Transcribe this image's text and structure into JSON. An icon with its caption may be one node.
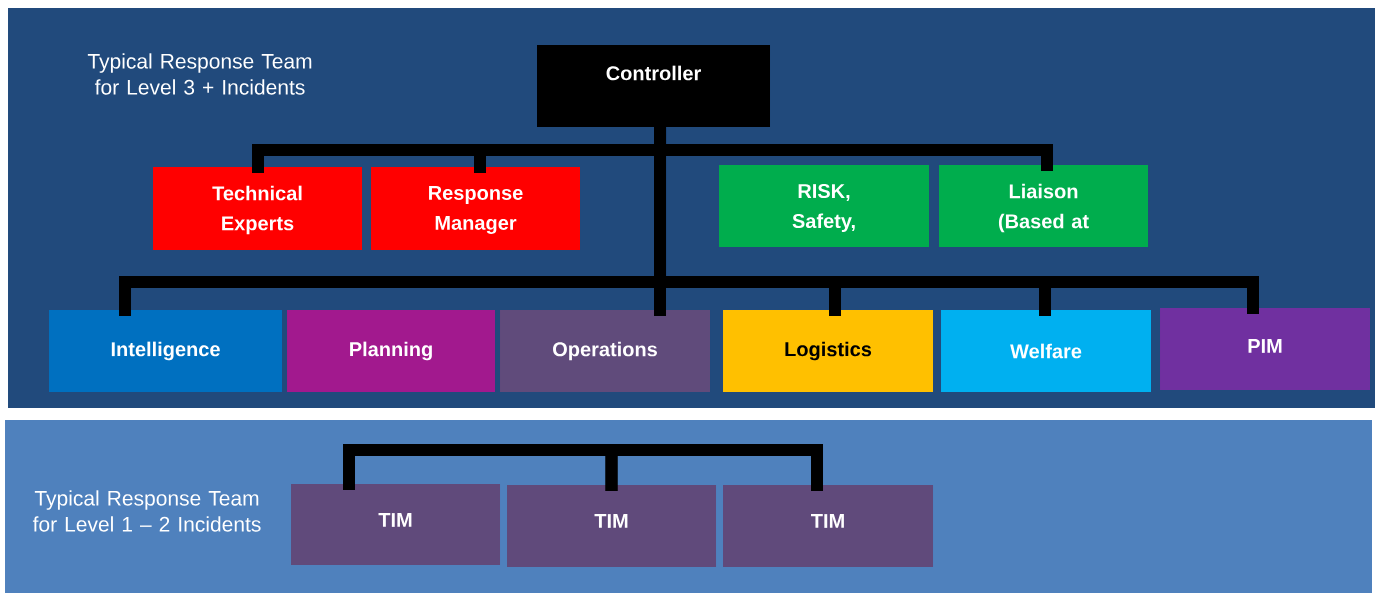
{
  "diagram": {
    "nodes": [
      {
        "text": [
          "Typical Response Team for Level 3 + Incidents"
        ]
      },
      {
        "text": [
          "Controller"
        ],
        "in": 0
      },
      {
        "text": [
          "Technical Experts"
        ],
        "in": 0
      },
      {
        "text": [
          "Response Manager"
        ],
        "in": 0
      },
      {
        "text": [
          "RISK, Safety,"
        ],
        "in": 0
      },
      {
        "text": [
          "Liaison (Based at"
        ],
        "in": 0
      },
      {
        "text": [
          "Intelligence"
        ],
        "in": 0
      },
      {
        "text": [
          "Planning"
        ],
        "in": 0
      },
      {
        "text": [
          "Operations"
        ],
        "in": 0
      },
      {
        "text": [
          "Logistics"
        ],
        "in": 0
      },
      {
        "text": [
          "Welfare"
        ],
        "in": 0
      },
      {
        "text": [
          "PIM"
        ],
        "in": 0
      },
      {
        "text": [
          "Typical Response Team for Level 1 – 2 Incidents"
        ]
      },
      {
        "text": [
          "TIM"
        ],
        "in": 12
      },
      {
        "text": [
          "TIM"
        ],
        "in": 12
      },
      {
        "text": [
          "TIM"
        ],
        "in": 12
      }
    ],
    "edges": [
      {
        "from": 1,
        "to": 2,
        "arrow": "none"
      },
      {
        "from": 1,
        "to": 3,
        "arrow": "none"
      },
      {
        "from": 1,
        "to": 5,
        "arrow": "none"
      },
      {
        "from": 1,
        "to": 6,
        "arrow": "none"
      },
      {
        "from": 1,
        "to": 8,
        "arrow": "none"
      },
      {
        "from": 1,
        "to": 9,
        "arrow": "none"
      },
      {
        "from": 1,
        "to": 10,
        "arrow": "none"
      },
      {
        "from": 1,
        "to": 11,
        "arrow": "none"
      },
      {
        "from": 14,
        "to": 13,
        "arrow": "none"
      },
      {
        "from": 14,
        "to": 15,
        "arrow": "none"
      }
    ]
  }
}
